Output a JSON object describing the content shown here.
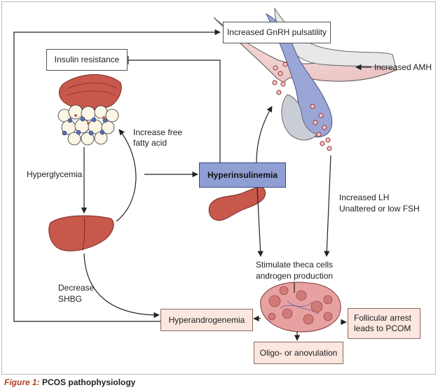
{
  "boxes": {
    "gnrh": "Increased GnRH pulsatility",
    "insulin_resistance": "Insulin resistance",
    "hyperinsulinemia": "Hyperinsulinemia",
    "hyperandrogenemia": "Hyperandrogenemia",
    "follicular_arrest_line1": "Follicular arrest",
    "follicular_arrest_line2": "leads to PCOM",
    "oligo": "Oligo- or anovulation"
  },
  "labels": {
    "amh": "Increased AMH",
    "ffa_line1": "Increase free",
    "ffa_line2": "fatty acid",
    "hyperglycemia": "Hyperglycemia",
    "lh_line1": "Increased LH",
    "lh_line2": "Unaltered or low FSH",
    "theca_line1": "Stimulate theca cells",
    "theca_line2": "androgen production",
    "shbg_line1": "Decrease",
    "shbg_line2": "SHBG"
  },
  "caption": {
    "figure": "Figure 1:",
    "title": "PCOS pathophysiology"
  },
  "colors": {
    "blue_box": "#8f9fd4",
    "pink_box": "#fbe6e0",
    "organ_red": "#c8584c",
    "caption_accent": "#b04020"
  }
}
